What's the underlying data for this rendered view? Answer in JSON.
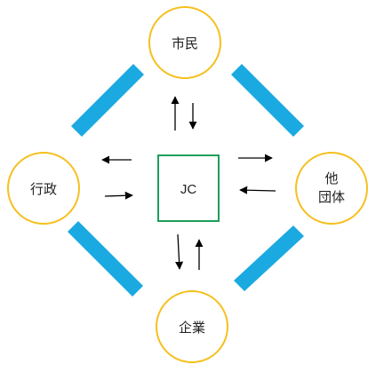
{
  "diagram": {
    "center": {
      "label": "JC",
      "stroke_color": "#1e9e5a"
    },
    "nodes": {
      "top": {
        "label": "市民"
      },
      "left": {
        "label": "行政"
      },
      "right": {
        "line1": "他",
        "line2": "団体"
      },
      "bottom": {
        "label": "企業"
      }
    },
    "colors": {
      "node_circle_stroke": "#f5c01f",
      "connector_bar": "#1ba9e1",
      "arrow": "#000000",
      "text": "#222222"
    }
  }
}
